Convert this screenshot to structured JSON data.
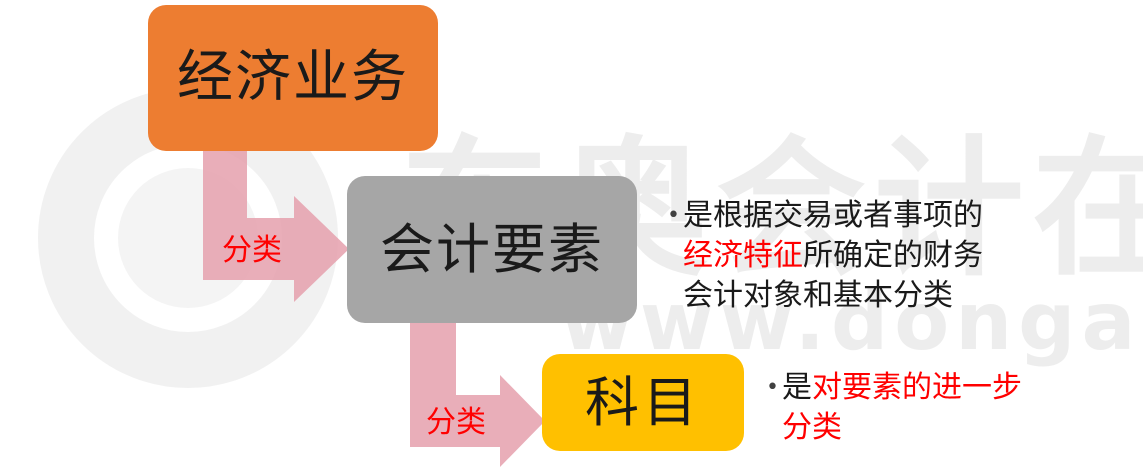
{
  "colors": {
    "box_top": "#ed7d31",
    "box_middle": "#a6a6a6",
    "box_bottom": "#ffc000",
    "connector": "#e5a0ad",
    "highlight": "#ff0000"
  },
  "watermark": {
    "chinese_text": "东奥会计在线",
    "url_text": "www.dongao.com",
    "logo_icon": "dongao-logo-circle"
  },
  "diagram": {
    "nodes": [
      {
        "id": "economic-business",
        "label": "经济业务"
      },
      {
        "id": "accounting-elements",
        "label": "会计要素"
      },
      {
        "id": "accounts",
        "label": "科目"
      }
    ],
    "edges": [
      {
        "from": "economic-business",
        "to": "accounting-elements",
        "label": "分类"
      },
      {
        "from": "accounting-elements",
        "to": "accounts",
        "label": "分类"
      }
    ]
  },
  "notes": {
    "elements": {
      "line1": "是根据交易或者事项的",
      "line2_highlight": "经济特征",
      "line2_rest": "所确定的财务",
      "line3": "会计对象和基本分类"
    },
    "accounts": {
      "line1_prefix": "是",
      "line1_highlight": "对要素的进一步",
      "line2_highlight": "分类"
    }
  }
}
